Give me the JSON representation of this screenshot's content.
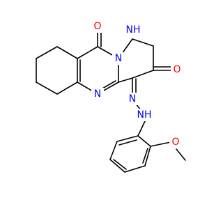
{
  "molecule": {
    "atoms": {
      "o1": "O",
      "o2": "O",
      "o3": "O",
      "nh1": "NH",
      "n_bridge": "N",
      "n_ring": "N",
      "n_hydrazone": "N",
      "nh_hydrazone": "NH"
    }
  },
  "colors": {
    "bond": "#000000",
    "oxygen": "#FF0000",
    "nitrogen": "#0000FF"
  }
}
